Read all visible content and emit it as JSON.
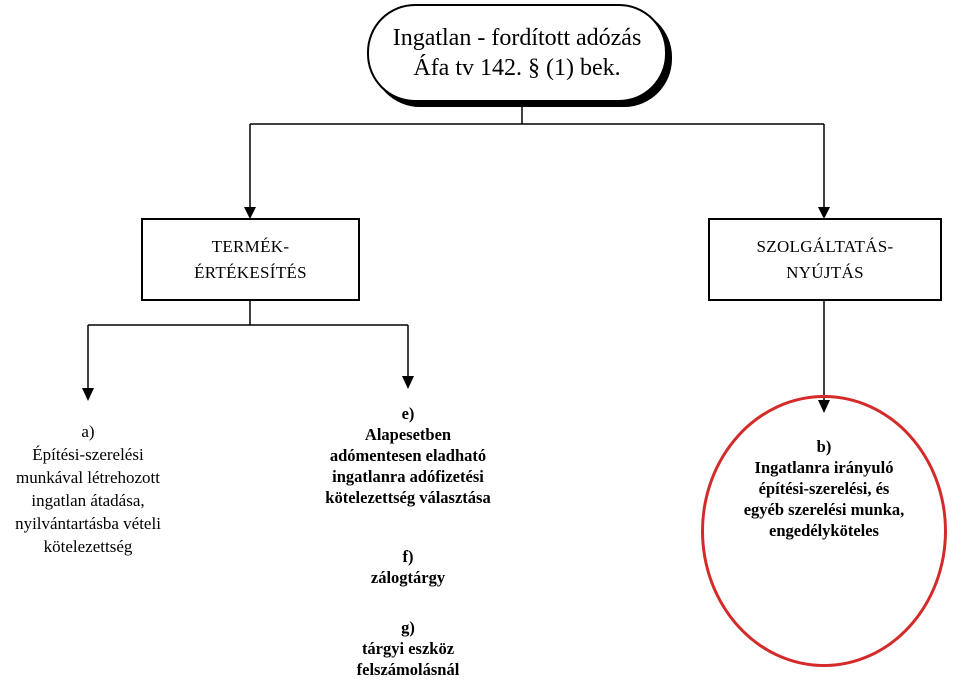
{
  "title": {
    "line1": "Ingatlan - fordított adózás",
    "line2": "Áfa tv 142. § (1) bek."
  },
  "categories": {
    "left": {
      "line1": "TERMÉK-",
      "line2": "ÉRTÉKESÍTÉS"
    },
    "right": {
      "line1": "SZOLGÁLTATÁS-",
      "line2": "NYÚJTÁS"
    }
  },
  "leaves": {
    "a": {
      "label": "a)",
      "lines": [
        "Építési-szerelési",
        "munkával létrehozott",
        "ingatlan  átadása,",
        "nyilvántartásba vételi",
        "kötelezettség"
      ]
    },
    "e": {
      "label": "e)",
      "lines": [
        "Alapesetben",
        "adómentesen eladható",
        "ingatlanra adófizetési",
        "kötelezettség választása"
      ]
    },
    "f": {
      "label": "f)",
      "lines": [
        "zálogtárgy"
      ]
    },
    "g": {
      "label": "g)",
      "lines": [
        "tárgyi eszköz",
        "felszámolásnál"
      ]
    },
    "b": {
      "label": "b)",
      "lines": [
        "Ingatlanra irányuló",
        "építési-szerelési, és",
        "egyéb szerelési munka,",
        "engedélyköteles"
      ]
    }
  },
  "colors": {
    "highlight": "#d42a2a",
    "line": "#000000"
  }
}
